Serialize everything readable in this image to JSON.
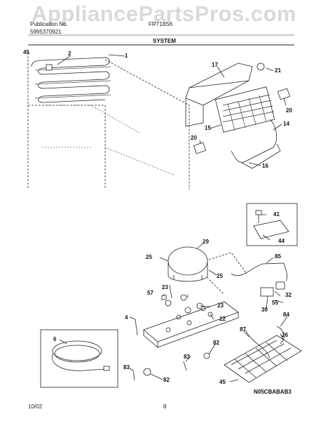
{
  "watermark": "AppliancePartsPros.com",
  "header": {
    "publication_label": "Publication No.",
    "publication_number": "5995370921",
    "model_label": "FRT18S6",
    "section_title": "SYSTEM"
  },
  "diagram_code": "N05CBABAB3",
  "footer": {
    "date": "10/02",
    "page": "8"
  },
  "callouts": [
    "45",
    "2",
    "1",
    "17",
    "21",
    "20",
    "15",
    "14",
    "20",
    "16",
    "41",
    "44",
    "29",
    "25",
    "25",
    "85",
    "57",
    "23",
    "23",
    "32",
    "30",
    "55",
    "4",
    "22",
    "84",
    "87",
    "26",
    "6",
    "82",
    "83",
    "83",
    "82",
    "45"
  ]
}
